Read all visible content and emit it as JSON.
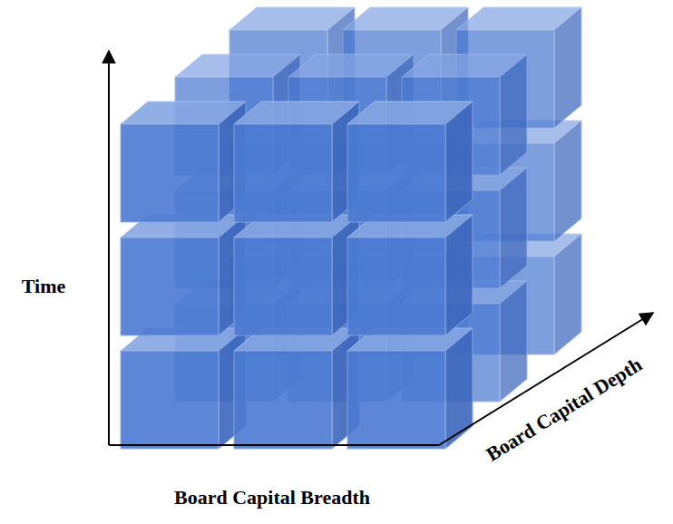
{
  "diagram": {
    "labels": [
      "Time",
      "Board Capital Breadth",
      "Board Capital Depth"
    ]
  }
}
